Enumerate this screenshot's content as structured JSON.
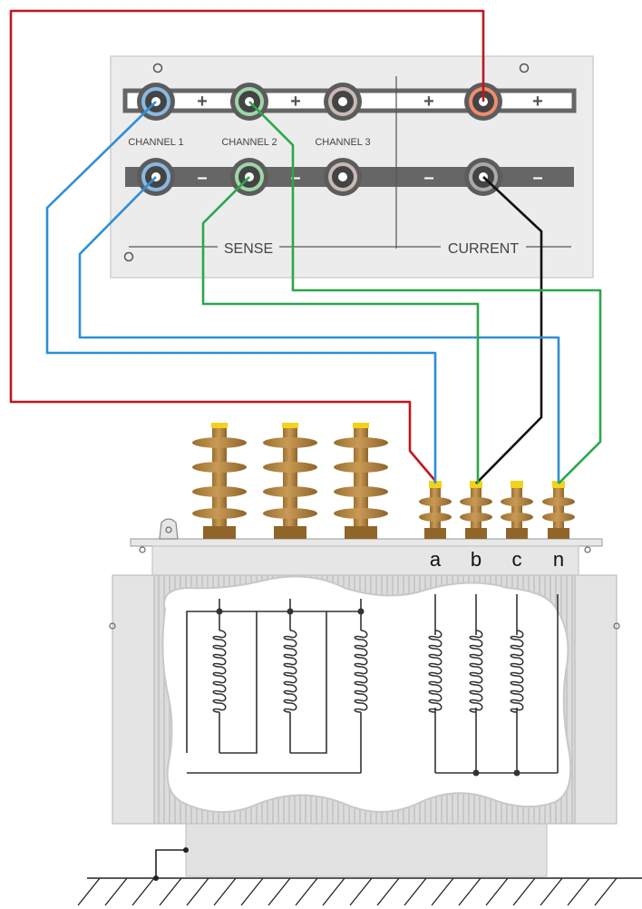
{
  "panel": {
    "channel_labels": [
      "CHANNEL 1",
      "CHANNEL 2",
      "CHANNEL 3"
    ],
    "sense_label": "SENSE",
    "current_label": "CURRENT",
    "plus_sign": "+",
    "minus_sign": "–"
  },
  "terminals": [
    "a",
    "b",
    "c",
    "n"
  ],
  "colors": {
    "channel1": "#2e8fd6",
    "channel2": "#2aa84a",
    "current_plus": "#c0161e",
    "current_minus": "#111111",
    "bar": "#666666",
    "bushing": "#b98a45",
    "bushing_cap": "#f2d21b",
    "tank": "#d9d9d9"
  }
}
